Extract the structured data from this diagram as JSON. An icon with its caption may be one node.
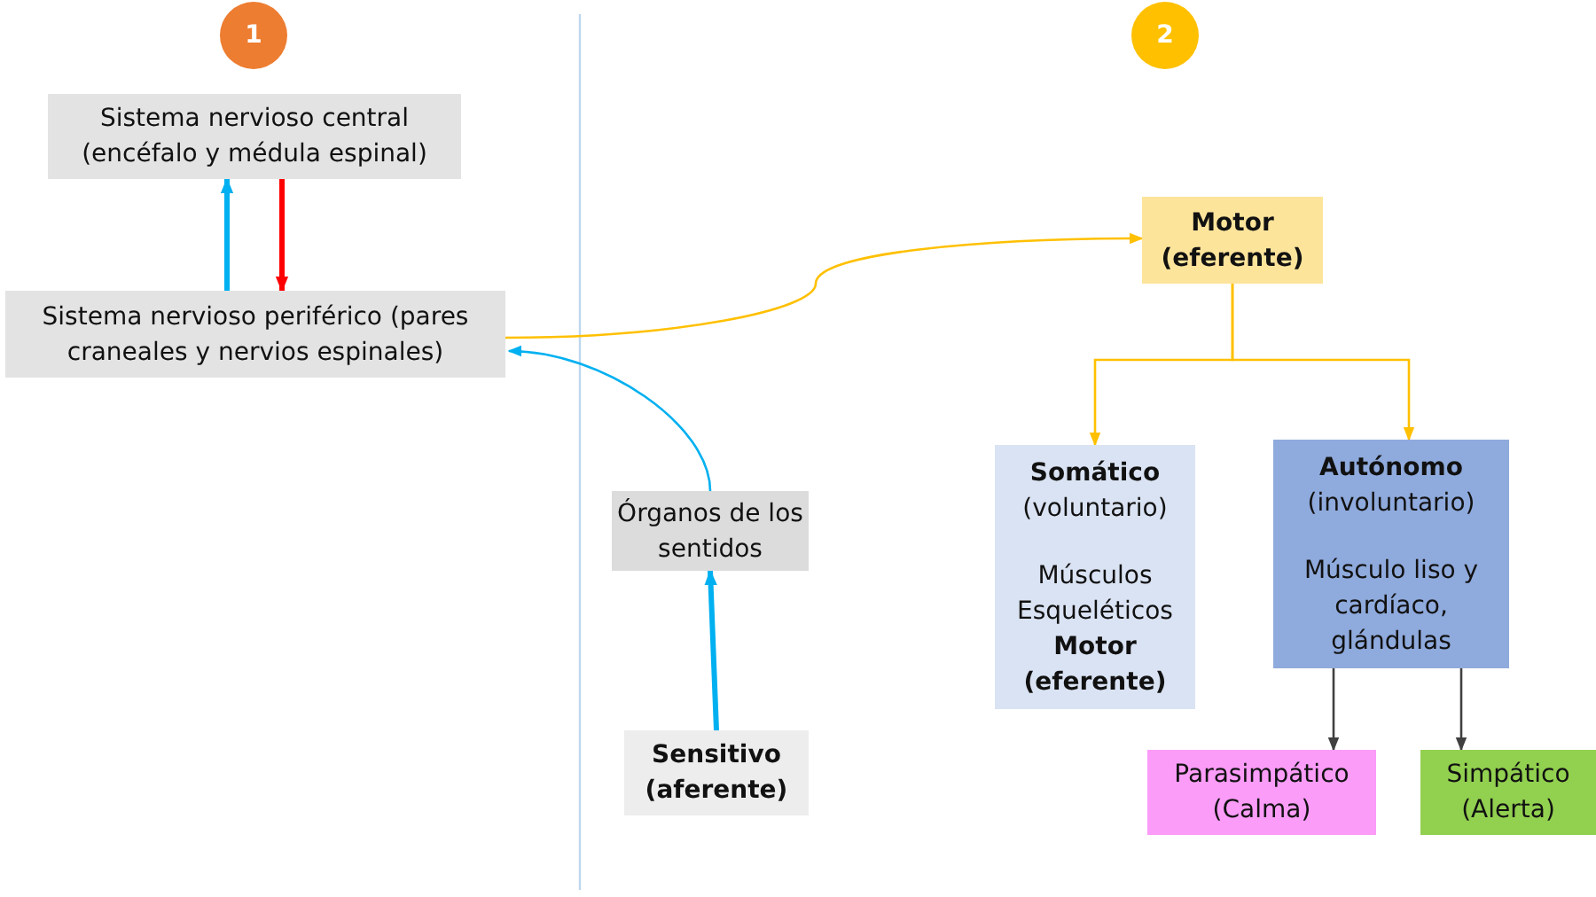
{
  "diagram": {
    "nodes": [
      {
        "text": [
          "1"
        ]
      },
      {
        "text": [
          "2"
        ]
      },
      {
        "text": [
          "Sistema nervioso central (encéfalo y médula espinal)"
        ]
      },
      {
        "text": [
          "Sistema nervioso periférico (pares craneales y nervios espinales)"
        ]
      },
      {
        "text": [
          "Motor (eferente)"
        ]
      },
      {
        "text": [
          "Órganos de los sentidos"
        ]
      },
      {
        "text": [
          "**Somático** (voluntario)",
          "Músculos Esqueléticos **Motor (eferente)**"
        ]
      },
      {
        "text": [
          "**Autónomo** (involuntario)",
          "Músculo liso y cardíaco, glándulas"
        ]
      },
      {
        "text": [
          "Sensitivo (aferente)"
        ]
      },
      {
        "text": [
          "Parasimpático (Calma)"
        ]
      },
      {
        "text": [
          "Simpático (Alerta)"
        ]
      }
    ],
    "edges": [
      {
        "from": 3,
        "to": 2,
        "arrow": "to",
        "style": "thick",
        "color": "#00b0f0"
      },
      {
        "from": 2,
        "to": 3,
        "arrow": "to",
        "style": "thick",
        "color": "#ff0000"
      },
      {
        "from": 3,
        "to": 4,
        "arrow": "to",
        "color": "#ffc000"
      },
      {
        "from": 5,
        "to": 3,
        "arrow": "to",
        "color": "#00b0f0"
      },
      {
        "from": 8,
        "to": 5,
        "arrow": "to",
        "style": "thick",
        "color": "#00b0f0"
      },
      {
        "from": 4,
        "to": 6,
        "arrow": "to",
        "color": "#ffc000"
      },
      {
        "from": 4,
        "to": 7,
        "arrow": "to",
        "color": "#ffc000"
      },
      {
        "from": 7,
        "to": 9,
        "arrow": "to",
        "color": "#404040"
      },
      {
        "from": 7,
        "to": 10,
        "arrow": "to",
        "color": "#404040"
      }
    ]
  }
}
